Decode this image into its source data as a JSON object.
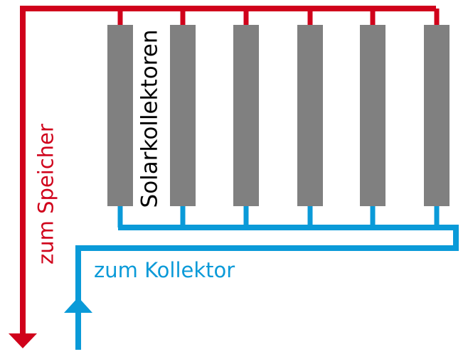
{
  "labels": {
    "hot_line": "zum Speicher",
    "collectors": "Solarkollektoren",
    "cold_line": "zum Kollektor"
  },
  "collector_count": 6,
  "colors": {
    "hot": "#d0021b",
    "cold": "#0a9ad8",
    "collector": "#808080"
  },
  "icons": [
    "arrow-down-icon",
    "arrow-up-icon"
  ]
}
